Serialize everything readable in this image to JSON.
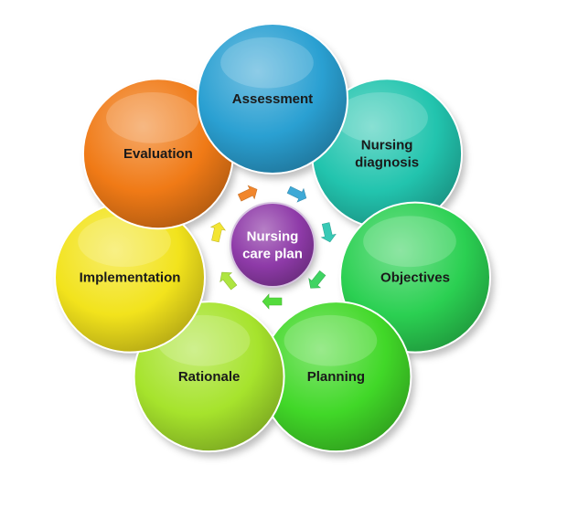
{
  "diagram": {
    "center": {
      "lines": [
        "Nursing",
        "care plan"
      ],
      "color": "#8e3aa8"
    },
    "nodes": [
      {
        "id": "assessment",
        "lines": [
          "Assessment"
        ],
        "color": "#2aa0d2"
      },
      {
        "id": "nursing-diagnosis",
        "lines": [
          "Nursing",
          "diagnosis"
        ],
        "color": "#22c4ae"
      },
      {
        "id": "objectives",
        "lines": [
          "Objectives"
        ],
        "color": "#2bd052"
      },
      {
        "id": "planning",
        "lines": [
          "Planning"
        ],
        "color": "#41d828"
      },
      {
        "id": "rationale",
        "lines": [
          "Rationale"
        ],
        "color": "#a6e32c"
      },
      {
        "id": "implementation",
        "lines": [
          "Implementation"
        ],
        "color": "#f2e31c"
      },
      {
        "id": "evaluation",
        "lines": [
          "Evaluation"
        ],
        "color": "#f07a16"
      }
    ],
    "arrow_colors": [
      "#2aa0d2",
      "#22c4ae",
      "#2bd052",
      "#41d828",
      "#a6e32c",
      "#f2e31c",
      "#f07a16"
    ]
  }
}
